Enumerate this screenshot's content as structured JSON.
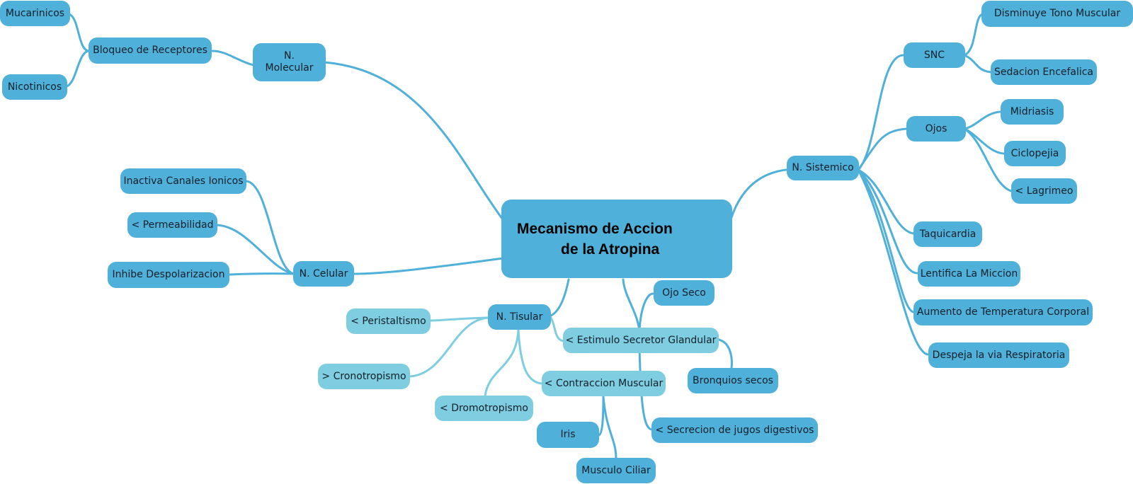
{
  "root": {
    "line1": "Mecanismo de Accion",
    "line2": "de la Atropina"
  },
  "molecular": {
    "label": "N. Molecular",
    "bloqueo": "Bloqueo de Receptores",
    "mucarinicos": "Mucarinicos",
    "nicotinicos": "Nicotinicos"
  },
  "celular": {
    "label": "N. Celular",
    "canales": "Inactiva Canales Ionicos",
    "permeabilidad": "< Permeabilidad",
    "despolarizacion": "Inhibe Despolarizacion"
  },
  "tisular": {
    "label": "N. Tisular",
    "peristaltismo": "< Peristaltismo",
    "cronotropismo": "> Cronotropismo",
    "dromotropismo": "< Dromotropismo",
    "contraccion": "< Contraccion Muscular",
    "estimulo": "< Estimulo Secretor Glandular",
    "iris": "Iris",
    "ciliar": "Musculo Ciliar"
  },
  "glandular": {
    "ojo_seco": "Ojo Seco",
    "bronquios": "Bronquios secos",
    "jugos": "< Secrecion de jugos digestivos"
  },
  "sistemico": {
    "label": "N. Sistemico",
    "snc": "SNC",
    "tono": "Disminuye Tono Muscular",
    "sedacion": "Sedacion Encefalica",
    "ojos": "Ojos",
    "midriasis": "Midriasis",
    "ciclopejia": "Ciclopejia",
    "lagrimeo": "< Lagrimeo",
    "taquicardia": "Taquicardia",
    "miccion": "Lentifica La Miccion",
    "temperatura": "Aumento de Temperatura Corporal",
    "respiratoria": "Despeja la via Respiratoria"
  }
}
